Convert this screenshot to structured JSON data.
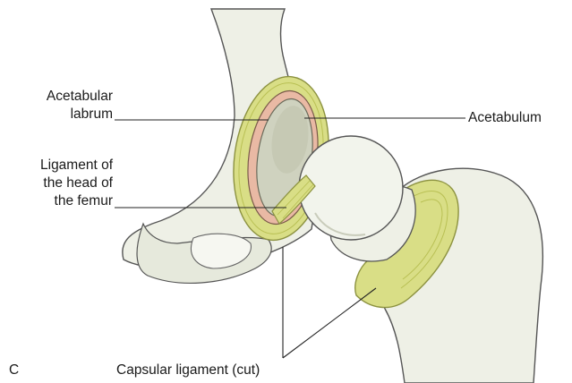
{
  "figure": {
    "panel_letter": "C",
    "labels": {
      "acetabular_labrum": [
        "Acetabular",
        "labrum"
      ],
      "acetabulum": "Acetabulum",
      "ligament_head_femur": [
        "Ligament of",
        "the head of",
        "the femur"
      ],
      "capsular_ligament": "Capsular ligament (cut)"
    },
    "colors": {
      "bone": "#eef0e6",
      "bone_shadow": "#d7dbc9",
      "outline": "#555555",
      "capsule": "#d9de86",
      "capsule_dark": "#b9c054",
      "labrum": "#e9b9a4",
      "acetabulum": "#cfd2bf",
      "leader": "#222222"
    }
  }
}
